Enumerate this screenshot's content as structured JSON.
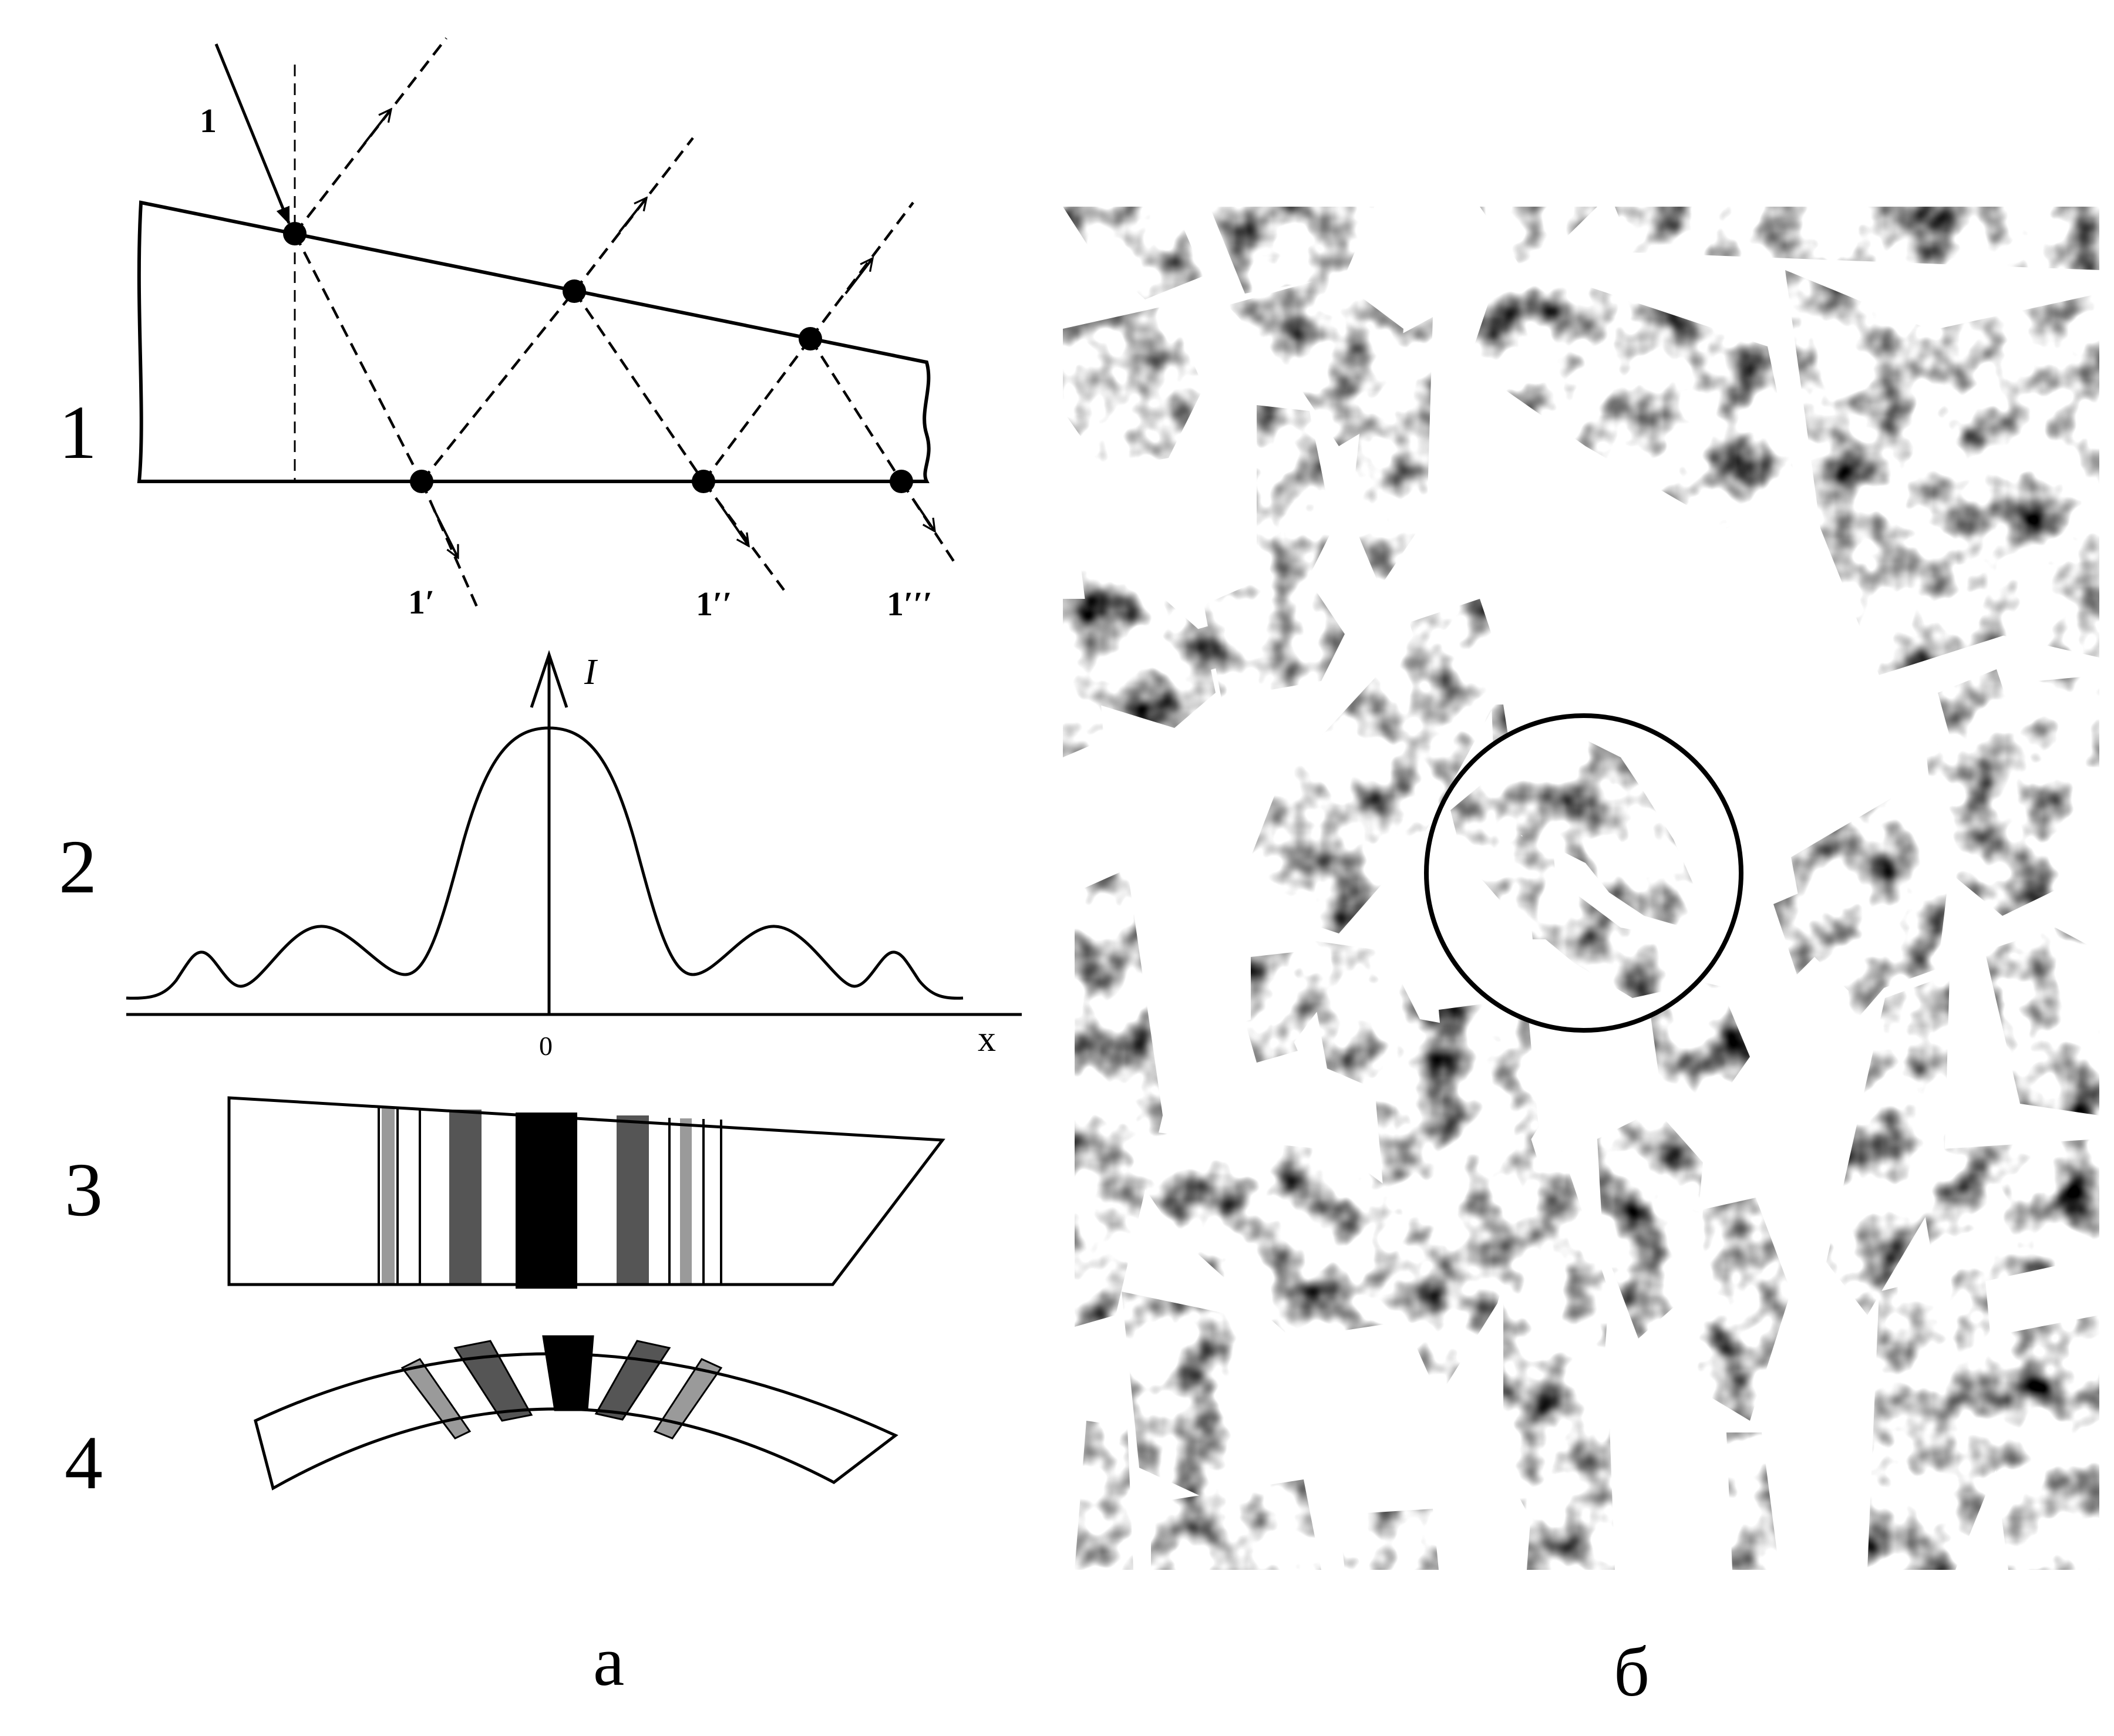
{
  "panel_a": {
    "caption": "а",
    "row_numbers": [
      "1",
      "2",
      "3",
      "4"
    ],
    "ray_diagram": {
      "incident_label": "1",
      "exit_labels": [
        "1′",
        "1′′",
        "1′′′"
      ]
    },
    "intensity_profile": {
      "y_axis_label": "I",
      "x_axis_label": "x",
      "origin_label": "0"
    }
  },
  "panel_b": {
    "caption": "б"
  },
  "colors": {
    "ink": "#000000",
    "fringe_gray_light": "#9a9a9a",
    "fringe_gray_dark": "#555555",
    "background": "#ffffff"
  }
}
